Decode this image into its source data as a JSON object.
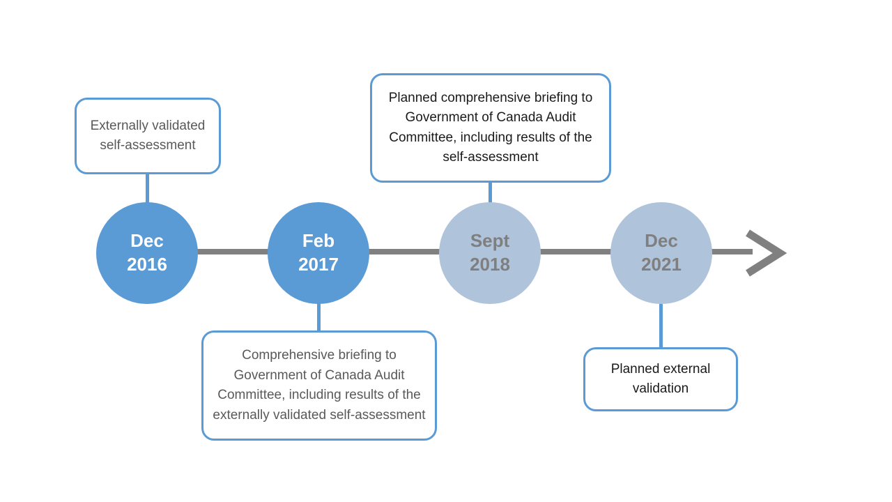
{
  "diagram": {
    "type": "timeline",
    "direction": "left-to-right",
    "events": [
      {
        "month": "Dec",
        "year": "2016",
        "status": "completed",
        "callout": {
          "text": "Externally validated self-assessment",
          "position": "above"
        }
      },
      {
        "month": "Feb",
        "year": "2017",
        "status": "completed",
        "callout": {
          "text": "Comprehensive briefing to Government of Canada Audit Committee, including results of the externally validated self-assessment",
          "position": "below"
        }
      },
      {
        "month": "Sept",
        "year": "2018",
        "status": "planned",
        "callout": {
          "text": "Planned comprehensive briefing to Government of Canada Audit Committee, including results of the self-assessment",
          "position": "above"
        }
      },
      {
        "month": "Dec",
        "year": "2021",
        "status": "planned",
        "callout": {
          "text": "Planned external validation",
          "position": "below"
        }
      }
    ],
    "colors": {
      "completed_circle": "#5B9BD5",
      "planned_circle": "#AFC3DA",
      "completed_circle_text": "#FFFFFF",
      "planned_circle_text": "#7F7F7F",
      "callout_border": "#5B9BD5",
      "callout_text_completed": "#595959",
      "callout_text_planned": "#1A1A1A",
      "connector": "#5B9BD5",
      "timeline_arrow": "#808080"
    }
  }
}
